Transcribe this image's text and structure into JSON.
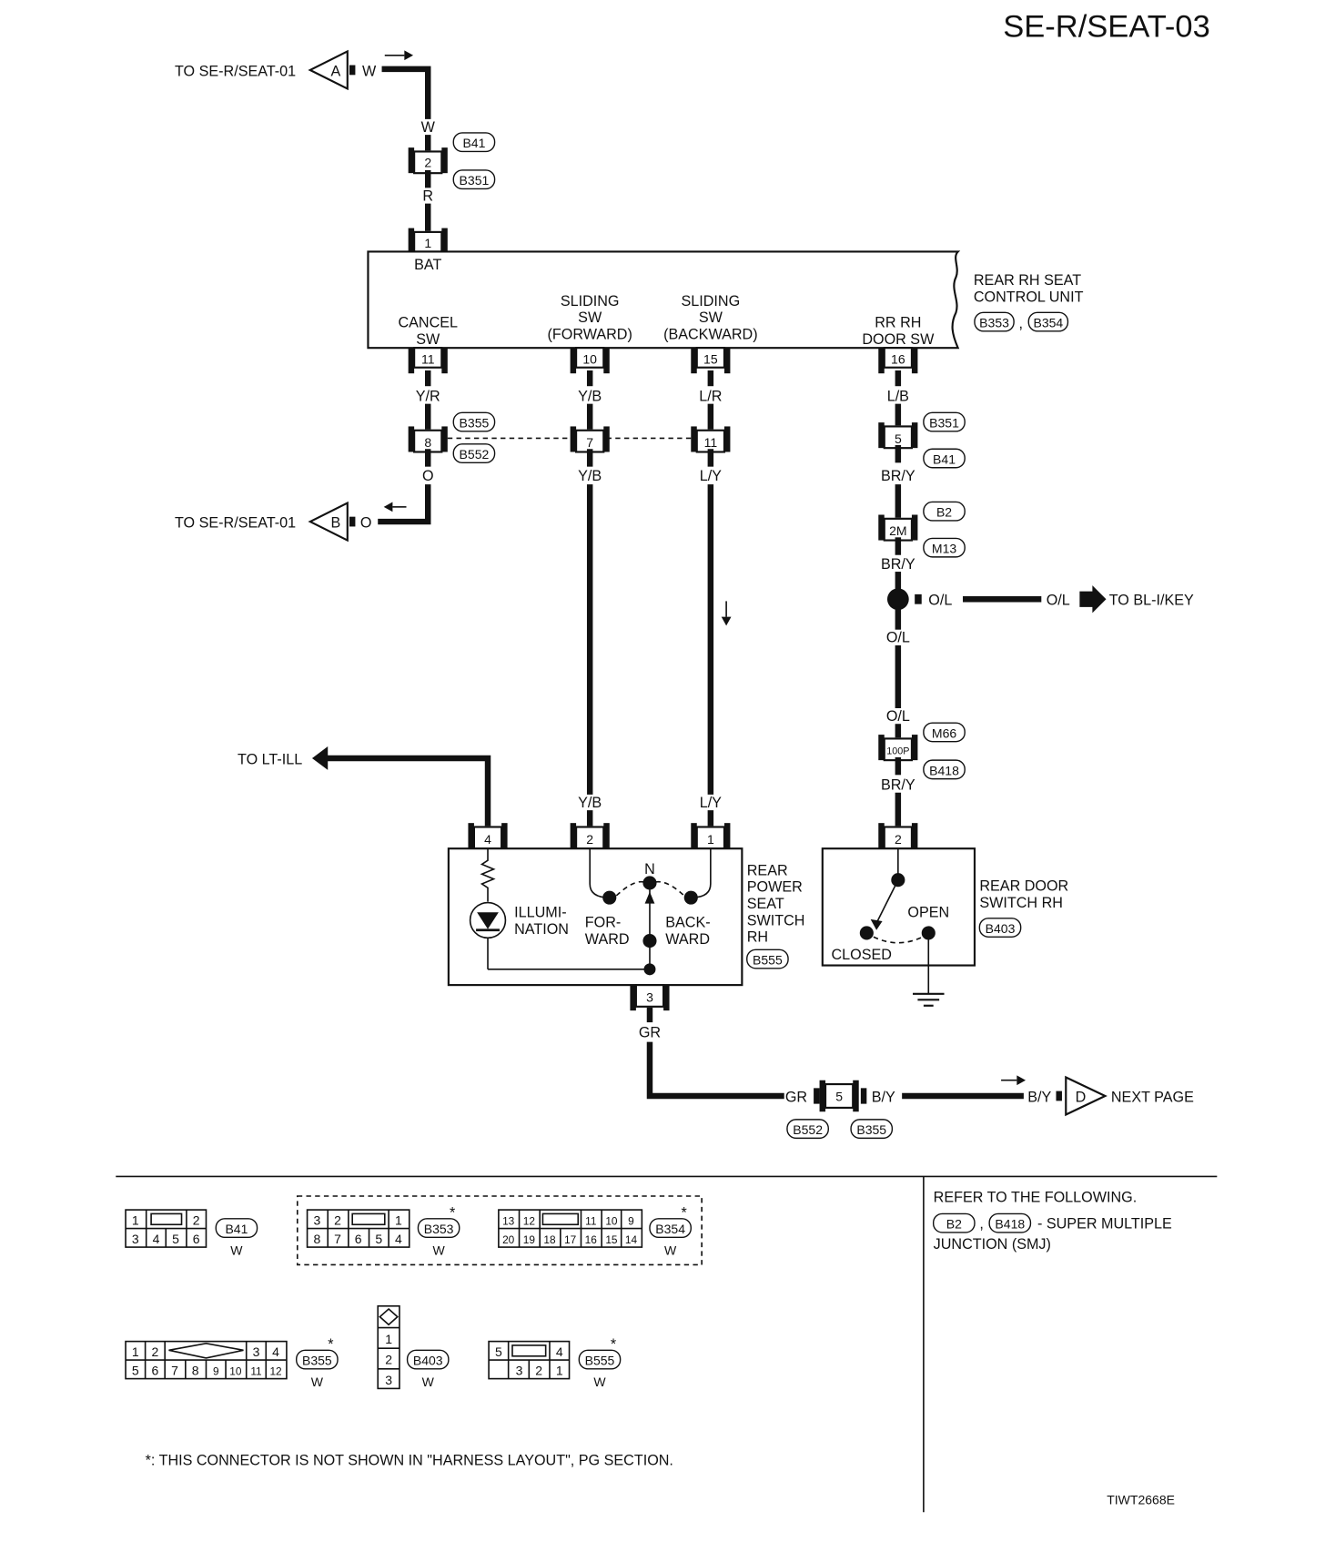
{
  "page": {
    "title": "SE-R/SEAT-03",
    "figure_id": "TIWT2668E"
  },
  "offpage": {
    "to_seat01_a": "TO SE-R/SEAT-01",
    "a_letter": "A",
    "a_color": "W",
    "to_seat01_b": "TO SE-R/SEAT-01",
    "b_letter": "B",
    "b_color": "O",
    "to_lt_ill": "TO LT-ILL",
    "to_bl_key": "TO BL-I/KEY",
    "next_page": "NEXT PAGE",
    "d_letter": "D"
  },
  "wires": {
    "w_top": "W",
    "r": "R",
    "yr": "Y/R",
    "yb": "Y/B",
    "lr": "L/R",
    "lb": "L/B",
    "o": "O",
    "yb2": "Y/B",
    "ly": "L/Y",
    "bry1": "BR/Y",
    "bry2": "BR/Y",
    "ol_h1": "O/L",
    "ol_h2": "O/L",
    "ol_v1": "O/L",
    "ol_v2": "O/L",
    "bry3": "BR/Y",
    "yb3": "Y/B",
    "ly2": "L/Y",
    "gr": "GR",
    "gr2": "GR",
    "by": "B/Y",
    "by2": "B/Y"
  },
  "connectors": {
    "b41": "B41",
    "b351": "B351",
    "b353": "B353",
    "b354": "B354",
    "b355": "B355",
    "b552": "B552",
    "b2": "B2",
    "m13": "M13",
    "m66": "M66",
    "b418": "B418",
    "b403": "B403",
    "b555": "B555"
  },
  "pins": {
    "p2_top": "2",
    "p1_bat": "1",
    "p11": "11",
    "p10": "10",
    "p15": "15",
    "p16": "16",
    "p8": "8",
    "p7": "7",
    "p11b": "11",
    "p5": "5",
    "p2m": "2M",
    "p100p": "100P",
    "p4": "4",
    "p2sw": "2",
    "p1sw": "1",
    "p3": "3",
    "p2door": "2",
    "p5b": "5"
  },
  "control_unit": {
    "bat": "BAT",
    "cancel_1": "CANCEL",
    "cancel_2": "SW",
    "slf_1": "SLIDING",
    "slf_2": "SW",
    "slf_3": "(FORWARD)",
    "slb_1": "SLIDING",
    "slb_2": "SW",
    "slb_3": "(BACKWARD)",
    "door_1": "RR RH",
    "door_2": "DOOR SW",
    "name_1": "REAR RH SEAT",
    "name_2": "CONTROL UNIT"
  },
  "seat_switch": {
    "illum_1": "ILLUMI-",
    "illum_2": "NATION",
    "fwd_1": "FOR-",
    "fwd_2": "WARD",
    "bwd_1": "BACK-",
    "bwd_2": "WARD",
    "n": "N",
    "name_1": "REAR",
    "name_2": "POWER",
    "name_3": "SEAT",
    "name_4": "SWITCH",
    "name_5": "RH"
  },
  "door_switch": {
    "open": "OPEN",
    "closed": "CLOSED",
    "name_1": "REAR DOOR",
    "name_2": "SWITCH RH"
  },
  "legend": {
    "w": "W",
    "star": "*",
    "b41_top": [
      "1",
      "2"
    ],
    "b41_bottom": [
      "3",
      "4",
      "5",
      "6"
    ],
    "b353_top": [
      "3",
      "2",
      "1"
    ],
    "b353_bottom": [
      "8",
      "7",
      "6",
      "5",
      "4"
    ],
    "b354_top": [
      "13",
      "12",
      "11",
      "10",
      "9"
    ],
    "b354_bottom": [
      "20",
      "19",
      "18",
      "17",
      "16",
      "15",
      "14"
    ],
    "b355_top": [
      "1",
      "2",
      "3",
      "4"
    ],
    "b355_bottom": [
      "5",
      "6",
      "7",
      "8",
      "9",
      "10",
      "11",
      "12"
    ],
    "b403_pins": [
      "1",
      "2",
      "3"
    ],
    "b555_top": [
      "5",
      "4"
    ],
    "b555_bottom": [
      "3",
      "2",
      "1"
    ],
    "refer_1": "REFER TO THE FOLLOWING.",
    "refer_sep": ",",
    "refer_2": "- SUPER MULTIPLE",
    "refer_3": "JUNCTION (SMJ)",
    "note": "*: THIS CONNECTOR IS NOT SHOWN IN \"HARNESS LAYOUT\", PG SECTION."
  }
}
